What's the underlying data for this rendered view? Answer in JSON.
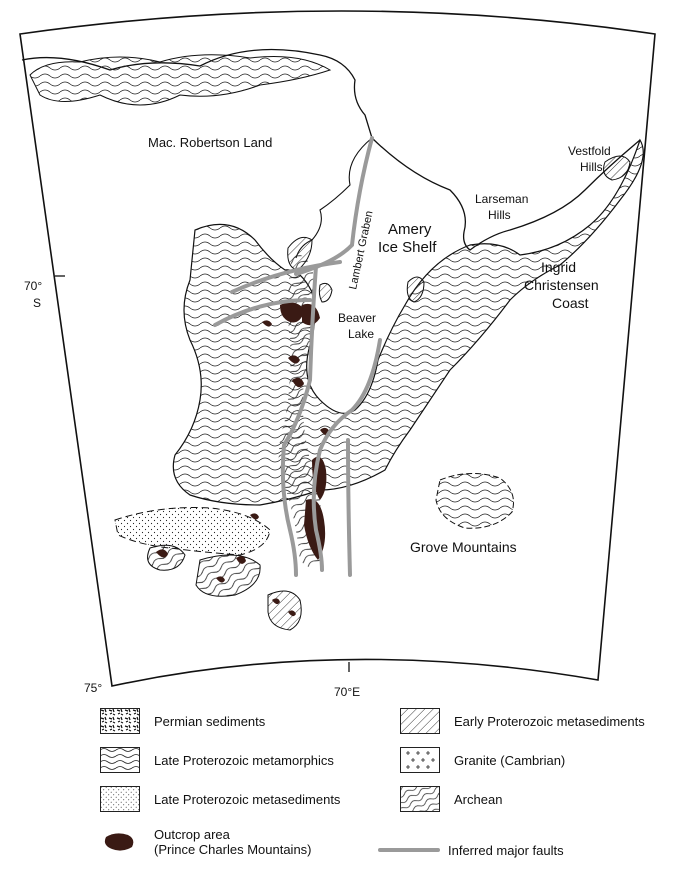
{
  "map": {
    "labels": {
      "mac_robertson": "Mac. Robertson Land",
      "vestfold_1": "Vestfold",
      "vestfold_2": "Hills",
      "larseman_1": "Larseman",
      "larseman_2": "Hills",
      "amery_1": "Amery",
      "amery_2": "Ice Shelf",
      "lambert": "Lambert Graben",
      "ingrid_1": "Ingrid",
      "ingrid_2": "Christensen",
      "ingrid_3": "Coast",
      "beaver_1": "Beaver",
      "beaver_2": "Lake",
      "grove": "Grove Mountains"
    },
    "lat_70_deg": "70°",
    "lat_70_hemi": "S",
    "lat_75": "75°",
    "lon_70": "70°E"
  },
  "legend": {
    "items": [
      {
        "id": "permian",
        "label": "Permian sediments",
        "pattern": "permian"
      },
      {
        "id": "late_prot_meta",
        "label": "Late Proterozoic metamorphics",
        "pattern": "wavy"
      },
      {
        "id": "late_prot_sed",
        "label": "Late Proterozoic metasediments",
        "pattern": "dots"
      },
      {
        "id": "outcrop",
        "label": "Outcrop area",
        "label2": "(Prince Charles Mountains)",
        "pattern": "outcrop"
      },
      {
        "id": "early_prot",
        "label": "Early Proterozoic metasediments",
        "pattern": "diag"
      },
      {
        "id": "granite",
        "label": "Granite (Cambrian)",
        "pattern": "plus"
      },
      {
        "id": "archean",
        "label": "Archean",
        "pattern": "archean"
      },
      {
        "id": "faults",
        "label": "Inferred major faults",
        "pattern": "fault"
      }
    ]
  },
  "colors": {
    "fault": "#9a9a9a",
    "outcrop": "#3a1a14",
    "ink": "#111111"
  }
}
